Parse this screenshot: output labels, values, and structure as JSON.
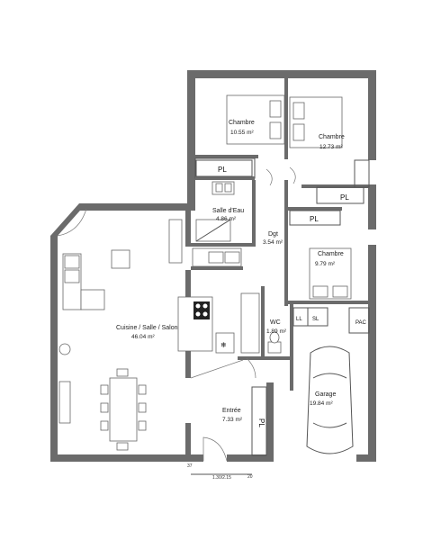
{
  "rooms": [
    {
      "id": "chambre1",
      "name": "Chambre",
      "area": "10.55 m²"
    },
    {
      "id": "chambre2",
      "name": "Chambre",
      "area": "12.73 m²"
    },
    {
      "id": "salle_eau",
      "name": "Salle d'Eau",
      "area": "4.86 m²"
    },
    {
      "id": "dgt",
      "name": "Dgt",
      "area": "3.54 m²"
    },
    {
      "id": "chambre3",
      "name": "Chambre",
      "area": "9.79 m²"
    },
    {
      "id": "sejour",
      "name": "Cuisine / Salle / Salon",
      "area": "46.04 m²"
    },
    {
      "id": "wc",
      "name": "WC",
      "area": "1.89 m²"
    },
    {
      "id": "garage",
      "name": "Garage",
      "area": "19.84 m²"
    },
    {
      "id": "entree",
      "name": "Entrée",
      "area": "7.33 m²"
    }
  ],
  "tags": {
    "pl": "PL",
    "ll": "LL",
    "sl": "SL",
    "pac": "PAC"
  },
  "dimensions": {
    "entry_width": "1.30/2.15",
    "d1": "37",
    "d2": "20"
  }
}
